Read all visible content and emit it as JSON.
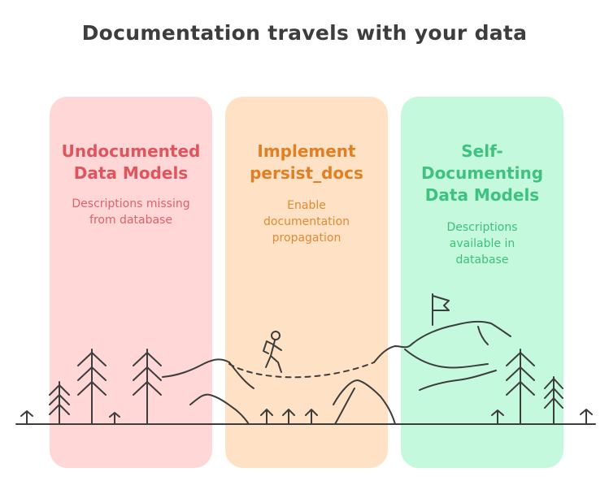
{
  "title": "Documentation travels with your data",
  "columns": [
    {
      "heading": "Undocumented\nData Models",
      "description": "Descriptions missing\nfrom database",
      "color": "#e0555d",
      "background": "#ffd7d7"
    },
    {
      "heading": "Implement\npersist_docs",
      "description": "Enable\ndocumentation\npropagation",
      "color": "#e07f24",
      "background": "#ffe2c6"
    },
    {
      "heading": "Self-\nDocumenting\nData Models",
      "description": "Descriptions\navailable in\ndatabase",
      "color": "#3fc27f",
      "background": "#c4f9dd"
    }
  ],
  "illustration": {
    "icons": [
      "pine-tree-icon",
      "mountain-icon",
      "hiker-icon",
      "summit-flag-icon",
      "grass-sprout-icon"
    ],
    "stroke_color": "#3d3d3d"
  }
}
